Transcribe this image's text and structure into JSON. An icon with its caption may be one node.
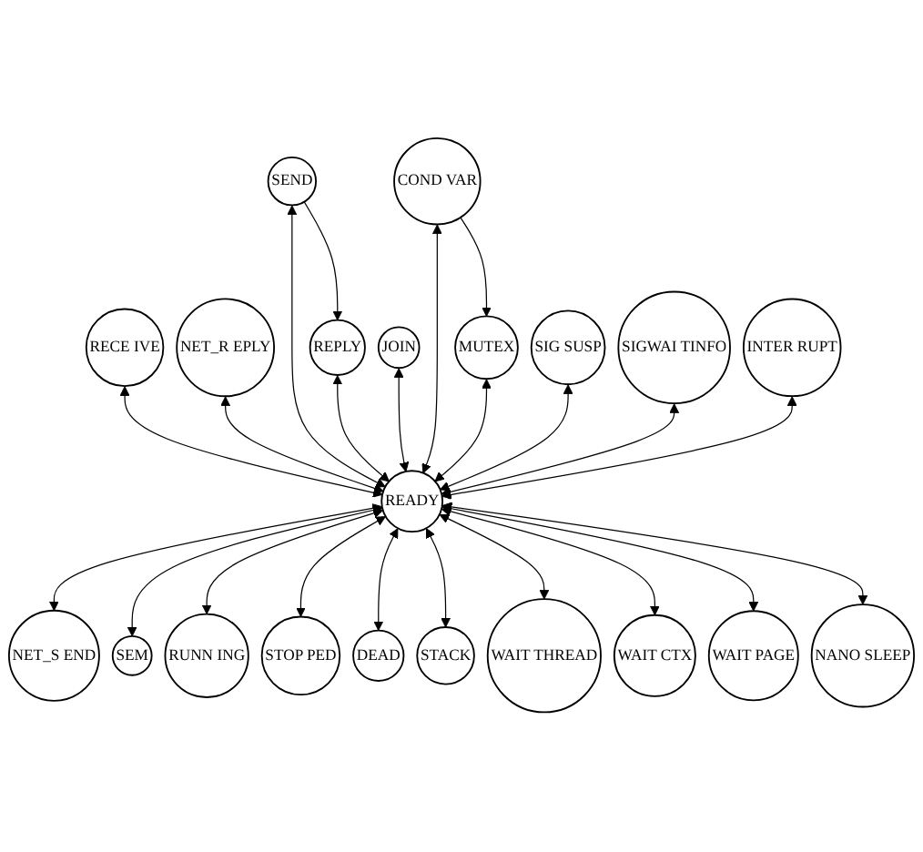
{
  "diagram": {
    "nodes": [
      {
        "text": [
          "READY"
        ]
      },
      {
        "text": [
          "SEND"
        ]
      },
      {
        "text": [
          "REPLY"
        ]
      },
      {
        "text": [
          "JOIN"
        ]
      },
      {
        "text": [
          "COND VAR"
        ]
      },
      {
        "text": [
          "MUTEX"
        ]
      },
      {
        "text": [
          "SIG SUSP"
        ]
      },
      {
        "text": [
          "SIGWAI TINFO"
        ]
      },
      {
        "text": [
          "INTER RUPT"
        ]
      },
      {
        "text": [
          "NANO SLEEP"
        ]
      },
      {
        "text": [
          "WAIT PAGE"
        ]
      },
      {
        "text": [
          "WAIT CTX"
        ]
      },
      {
        "text": [
          "WAIT THREAD"
        ]
      },
      {
        "text": [
          "STACK"
        ]
      },
      {
        "text": [
          "DEAD"
        ]
      },
      {
        "text": [
          "STOP PED"
        ]
      },
      {
        "text": [
          "RUNN ING"
        ]
      },
      {
        "text": [
          "SEM"
        ]
      },
      {
        "text": [
          "NET_S END"
        ]
      },
      {
        "text": [
          "NET_R EPLY"
        ]
      },
      {
        "text": [
          "RECE IVE"
        ]
      }
    ],
    "edges": [
      {
        "from": 1,
        "to": 2,
        "arrow": "to"
      },
      {
        "from": 4,
        "to": 5,
        "arrow": "to"
      },
      {
        "from": 20,
        "to": 0,
        "arrow": "both"
      },
      {
        "from": 19,
        "to": 0,
        "arrow": "both"
      },
      {
        "from": 1,
        "to": 0,
        "arrow": "both"
      },
      {
        "from": 2,
        "to": 0,
        "arrow": "both"
      },
      {
        "from": 3,
        "to": 0,
        "arrow": "both"
      },
      {
        "from": 4,
        "to": 0,
        "arrow": "both"
      },
      {
        "from": 5,
        "to": 0,
        "arrow": "both"
      },
      {
        "from": 6,
        "to": 0,
        "arrow": "both"
      },
      {
        "from": 7,
        "to": 0,
        "arrow": "both"
      },
      {
        "from": 8,
        "to": 0,
        "arrow": "both"
      },
      {
        "from": 0,
        "to": 18,
        "arrow": "both"
      },
      {
        "from": 0,
        "to": 17,
        "arrow": "both"
      },
      {
        "from": 0,
        "to": 16,
        "arrow": "both"
      },
      {
        "from": 0,
        "to": 15,
        "arrow": "both"
      },
      {
        "from": 0,
        "to": 14,
        "arrow": "both"
      },
      {
        "from": 0,
        "to": 13,
        "arrow": "both"
      },
      {
        "from": 0,
        "to": 12,
        "arrow": "both"
      },
      {
        "from": 0,
        "to": 11,
        "arrow": "both"
      },
      {
        "from": 0,
        "to": 10,
        "arrow": "both"
      },
      {
        "from": 0,
        "to": 9,
        "arrow": "both"
      }
    ]
  }
}
